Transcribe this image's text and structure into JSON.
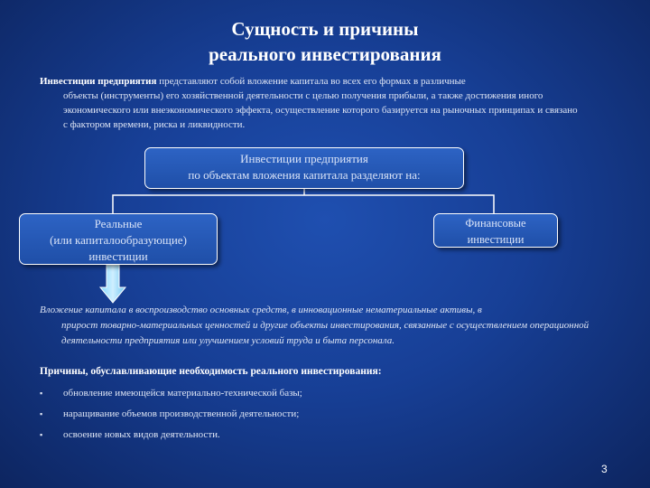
{
  "title": {
    "line1": "Сущность и причины",
    "line2": "реального инвестирования"
  },
  "definition": {
    "term": "Инвестиции предприятия",
    "text_first": " представляют собой вложение капитала во всех его формах в различные",
    "text_rest": "объекты (инструменты) его хозяйственной деятельности с целью получения прибыли, а также достижения иного экономического или внеэкономического эффекта, осуществление которого базируется на рыночных принципах и связано с фактором времени, риска и ликвидности."
  },
  "diagram": {
    "top_box": {
      "line1": "Инвестиции предприятия",
      "line2": "по объектам вложения капитала разделяют на:"
    },
    "left_box": {
      "line1": "Реальные",
      "line2": "(или капиталообразующие)",
      "line3": "инвестиции"
    },
    "right_box": {
      "line1": "Финансовые",
      "line2": "инвестиции"
    }
  },
  "detail": {
    "first": "Вложение капитала в воспроизводство основных средств, в инновационные нематериальные активы, в",
    "rest": "прирост товарно-материальных ценностей и другие объекты инвестирования, связанные с осуществлением операционной деятельности предприятия или улучшением условий труда и быта персонала."
  },
  "reasons": {
    "title": "Причины, обуславливающие необходимость реального инвестирования:",
    "items": [
      "обновление имеющейся материально-технической базы;",
      "наращивание объемов производственной деятельности;",
      "освоение новых видов деятельности."
    ]
  },
  "page_number": "3"
}
